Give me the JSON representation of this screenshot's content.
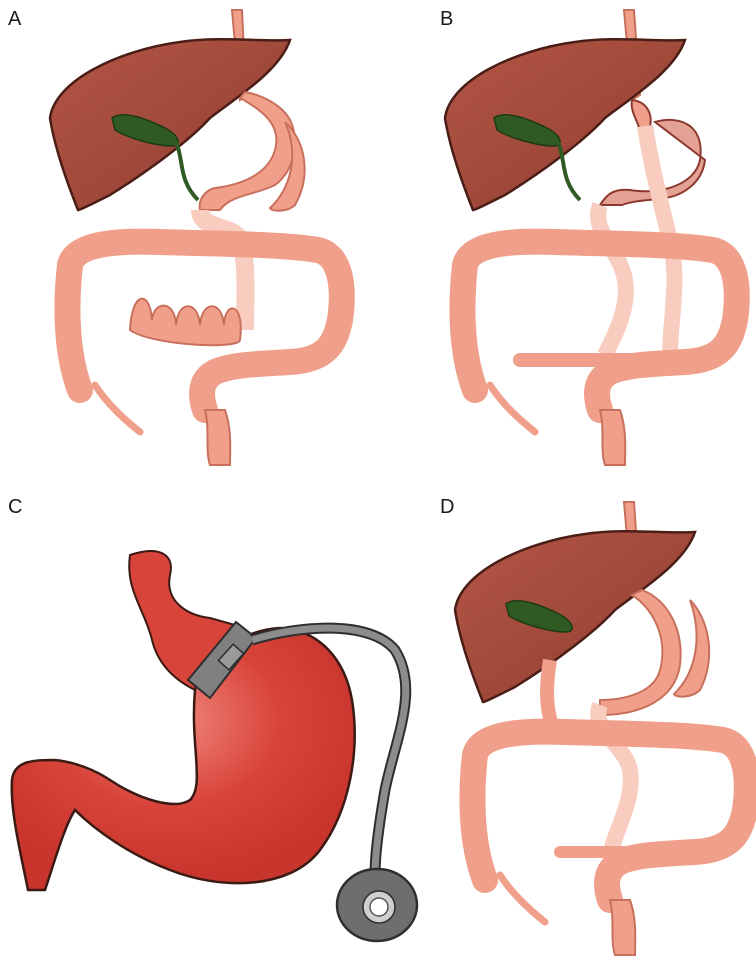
{
  "panels": [
    {
      "label": "A",
      "description_key": "normal_anatomy"
    },
    {
      "label": "B",
      "description_key": "gastric_bypass"
    },
    {
      "label": "C",
      "description_key": "gastric_band"
    },
    {
      "label": "D",
      "description_key": "duodenal_switch"
    }
  ],
  "colors": {
    "liver": "#a34a3a",
    "liver_edge": "#4a1e16",
    "gallbladder": "#2f5a23",
    "bowel": "#f0a08a",
    "bowel_edge": "#c9705c",
    "bowel_light": "#f8cdbf",
    "stomach_red": "#d9443a",
    "stomach_edge": "#3b1a14",
    "band_gray": "#808080",
    "band_edge": "#2e2e2e"
  }
}
